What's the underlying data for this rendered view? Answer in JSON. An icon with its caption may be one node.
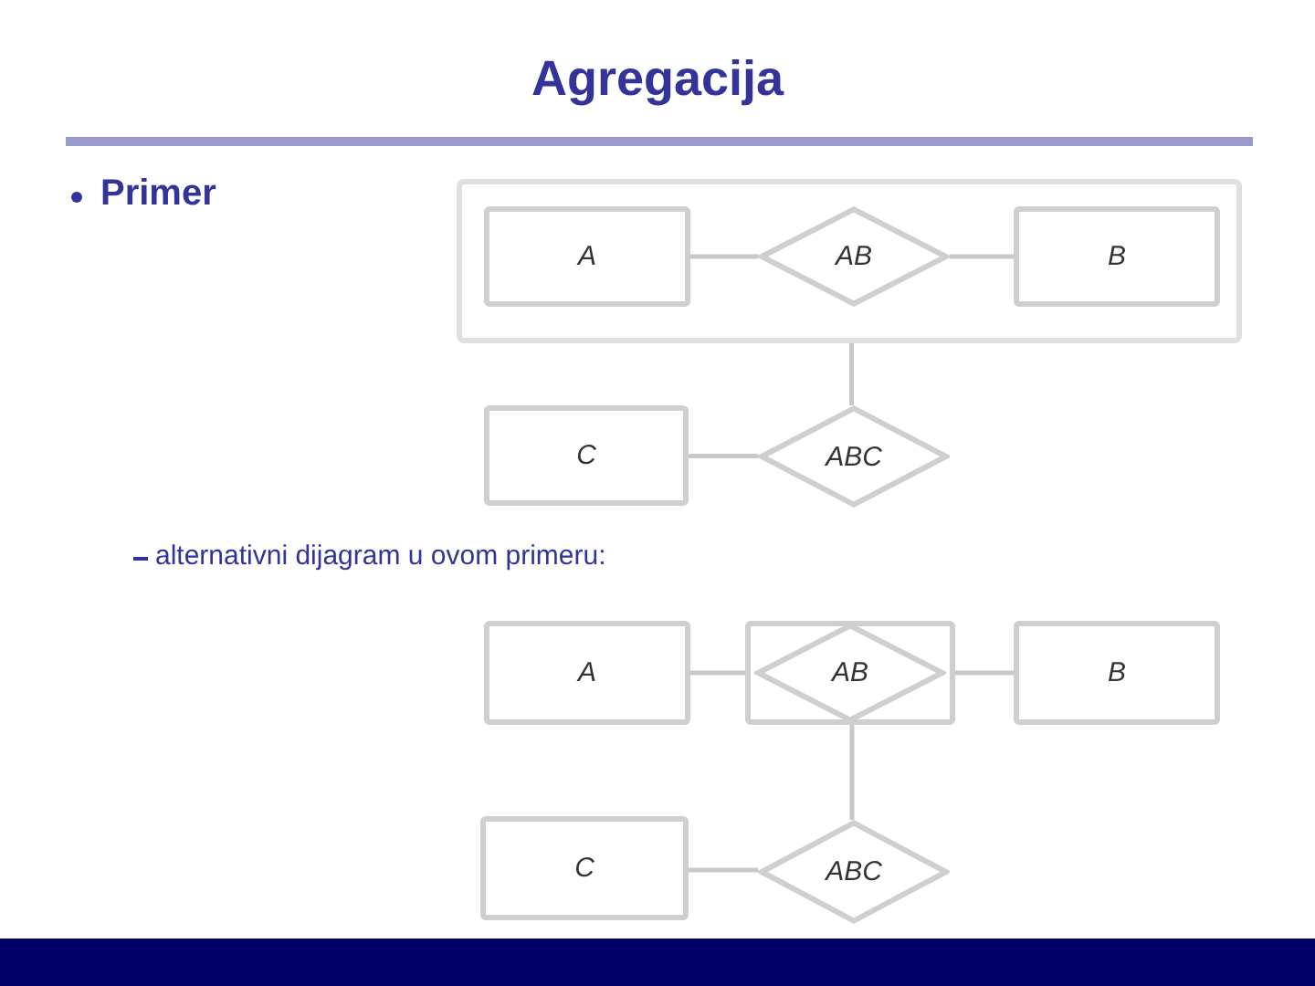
{
  "diagram": {
    "title": "Agregacija",
    "nodes": [
      {
        "text": [],
        "shape": "box"
      },
      {
        "text": [
          "A"
        ],
        "in": 0
      },
      {
        "text": [
          "AB"
        ],
        "in": 0
      },
      {
        "text": [
          "B"
        ],
        "in": 0
      },
      {
        "text": [
          "C"
        ]
      },
      {
        "text": [
          "ABC"
        ]
      },
      {
        "text": [
          "A"
        ]
      },
      {
        "text": [],
        "shape": "box"
      },
      {
        "text": [
          "AB"
        ],
        "in": 7
      },
      {
        "text": [
          "B"
        ]
      },
      {
        "text": [
          "C"
        ]
      },
      {
        "text": [
          "ABC"
        ]
      }
    ],
    "edges": [
      {
        "from": 1,
        "to": 2,
        "arrow": "none"
      },
      {
        "from": 2,
        "to": 3,
        "arrow": "none"
      },
      {
        "from": 0,
        "to": 5,
        "arrow": "none"
      },
      {
        "from": 5,
        "to": 4,
        "arrow": "none"
      },
      {
        "from": 6,
        "to": 7,
        "arrow": "none"
      },
      {
        "from": 7,
        "to": 9,
        "arrow": "none"
      },
      {
        "from": 7,
        "to": 11,
        "arrow": "none"
      },
      {
        "from": 11,
        "to": 10,
        "arrow": "none"
      }
    ],
    "labels": [
      "Primer",
      "alternativni dijagram u ovom primeru:"
    ]
  }
}
